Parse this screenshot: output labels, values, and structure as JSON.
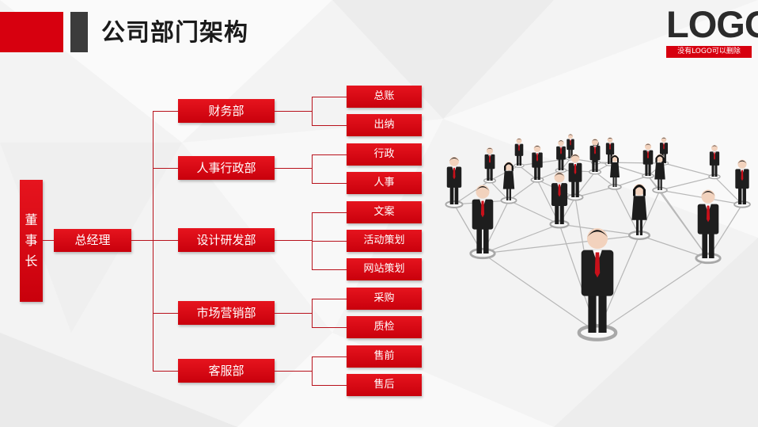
{
  "header": {
    "title": "公司部门架构",
    "logo_text": "LOGO",
    "logo_caption": "没有LOGO可以删除"
  },
  "org": {
    "ceo": "董事长",
    "gm": "总经理",
    "departments": [
      {
        "name": "财务部",
        "subs": [
          "总账",
          "出纳"
        ]
      },
      {
        "name": "人事行政部",
        "subs": [
          "行政",
          "人事"
        ]
      },
      {
        "name": "设计研发部",
        "subs": [
          "文案",
          "活动策划",
          "网站策划"
        ]
      },
      {
        "name": "市场营销部",
        "subs": [
          "采购",
          "质检"
        ]
      },
      {
        "name": "客服部",
        "subs": [
          "售前",
          "售后"
        ]
      }
    ]
  },
  "colors": {
    "accent": "#d7000f",
    "dark": "#3c3c3c",
    "line": "#b8121c"
  }
}
